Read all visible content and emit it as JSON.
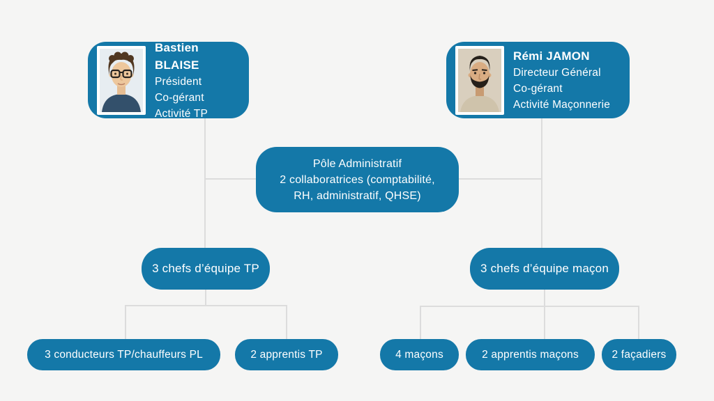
{
  "palette": {
    "background": "#f5f5f4",
    "box_blue": "#1478a8",
    "connector_gray": "#dcdcdc",
    "text_white": "#ffffff"
  },
  "chart": {
    "president": {
      "name": "Bastien BLAISE",
      "title": "Président",
      "role": "Co-gérant",
      "activity": "Activité TP",
      "photo": "portrait-bastien-blaise"
    },
    "director": {
      "name": "Rémi JAMON",
      "title": "Directeur Général",
      "role": "Co-gérant",
      "activity": "Activité Maçonnerie",
      "photo": "portrait-remi-jamon"
    },
    "admin_pole": {
      "title": "Pôle Administratif",
      "detail": "2 collaboratrices (comptabilité, RH, administratif, QHSE)"
    },
    "tp_branch": {
      "lead": "3 chefs d’équipe TP",
      "team1": "3 conducteurs TP/chauffeurs PL",
      "team2": "2 apprentis TP"
    },
    "masonry_branch": {
      "lead": "3 chefs d’équipe maçon",
      "team1": "4 maçons",
      "team2": "2 apprentis maçons",
      "team3": "2 façadiers"
    }
  }
}
